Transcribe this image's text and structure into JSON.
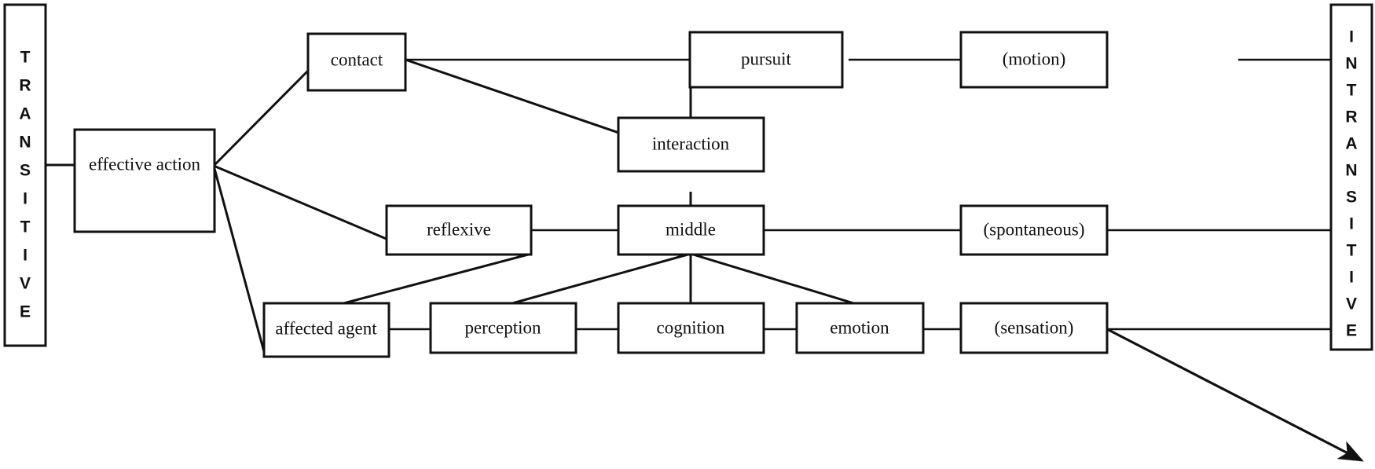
{
  "diagram": {
    "title": "Transitivity continuum diagram",
    "background_color": "#ffffff",
    "line_color": "#111111",
    "rails": {
      "left": {
        "label": "TRANSITIVE",
        "letters": [
          "T",
          "R",
          "A",
          "N",
          "S",
          "I",
          "T",
          "I",
          "V",
          "E"
        ]
      },
      "right": {
        "label": "INTRANSITIVE",
        "letters": [
          "I",
          "N",
          "T",
          "R",
          "A",
          "N",
          "S",
          "I",
          "T",
          "I",
          "V",
          "E"
        ]
      }
    },
    "nodes": [
      {
        "id": "effective-action",
        "label": "effective action"
      },
      {
        "id": "contact",
        "label": "contact"
      },
      {
        "id": "pursuit",
        "label": "pursuit"
      },
      {
        "id": "motion",
        "label": "(motion)"
      },
      {
        "id": "interaction",
        "label": "interaction"
      },
      {
        "id": "reflexive",
        "label": "reflexive"
      },
      {
        "id": "middle",
        "label": "middle"
      },
      {
        "id": "spontaneous",
        "label": "(spontaneous)"
      },
      {
        "id": "affected-agent",
        "label": "affected agent"
      },
      {
        "id": "perception",
        "label": "perception"
      },
      {
        "id": "cognition",
        "label": "cognition"
      },
      {
        "id": "emotion",
        "label": "emotion"
      },
      {
        "id": "sensation",
        "label": "(sensation)"
      }
    ],
    "edges": [
      {
        "from": "TRANSITIVE",
        "to": "effective-action"
      },
      {
        "from": "effective-action",
        "to": "contact"
      },
      {
        "from": "effective-action",
        "to": "reflexive"
      },
      {
        "from": "effective-action",
        "to": "affected-agent"
      },
      {
        "from": "contact",
        "to": "pursuit"
      },
      {
        "from": "contact",
        "to": "interaction"
      },
      {
        "from": "pursuit",
        "to": "motion"
      },
      {
        "from": "pursuit",
        "to": "interaction"
      },
      {
        "from": "interaction",
        "to": "middle"
      },
      {
        "from": "motion",
        "to": "INTRANSITIVE"
      },
      {
        "from": "reflexive",
        "to": "middle"
      },
      {
        "from": "reflexive",
        "to": "affected-agent"
      },
      {
        "from": "middle",
        "to": "spontaneous"
      },
      {
        "from": "middle",
        "to": "perception"
      },
      {
        "from": "middle",
        "to": "cognition"
      },
      {
        "from": "middle",
        "to": "emotion"
      },
      {
        "from": "spontaneous",
        "to": "INTRANSITIVE"
      },
      {
        "from": "affected-agent",
        "to": "perception"
      },
      {
        "from": "perception",
        "to": "cognition"
      },
      {
        "from": "cognition",
        "to": "emotion"
      },
      {
        "from": "emotion",
        "to": "sensation"
      },
      {
        "from": "sensation",
        "to": "INTRANSITIVE"
      },
      {
        "from": "sensation",
        "to": "open-arrow-down-right",
        "arrow": true
      }
    ]
  }
}
